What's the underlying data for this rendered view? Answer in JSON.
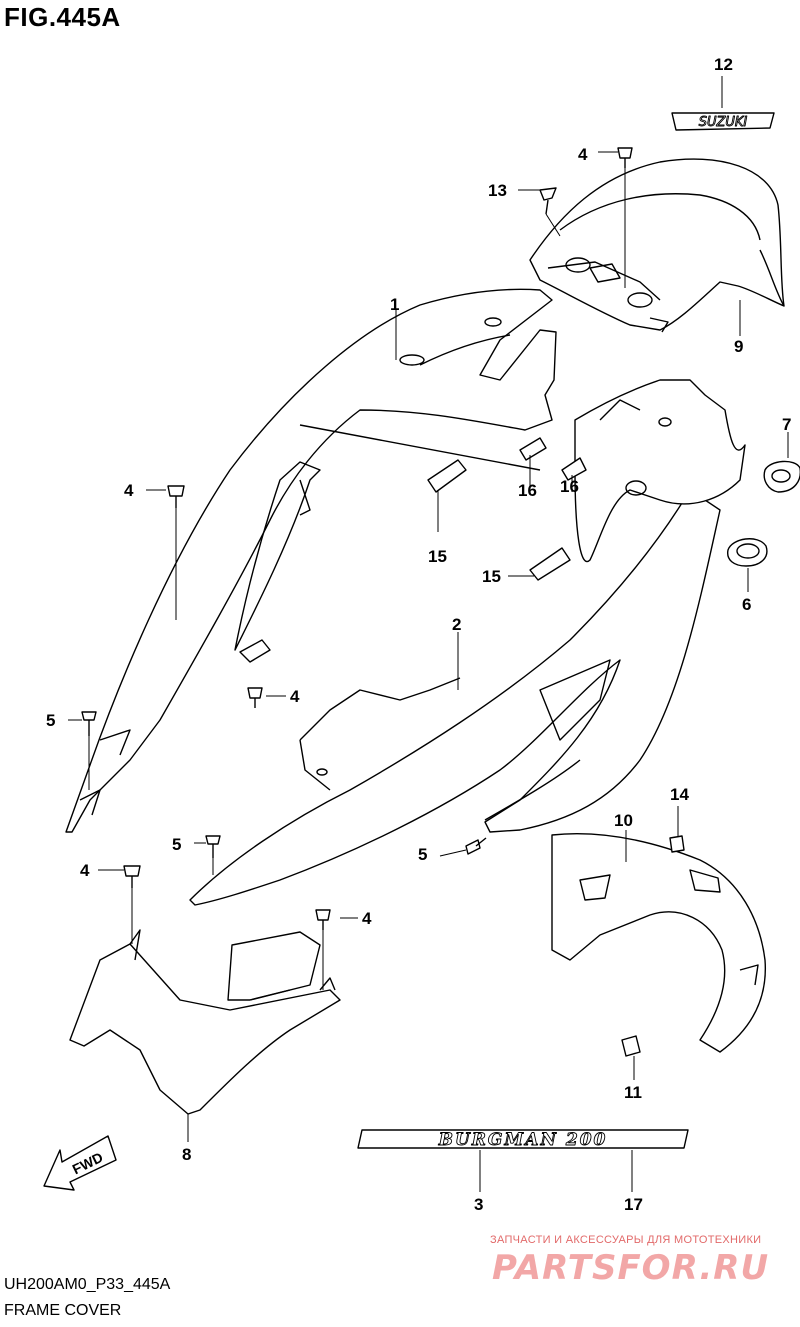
{
  "figure": {
    "title": "FIG.445A",
    "code": "UH200AM0_P33_445A",
    "name": "FRAME COVER"
  },
  "callouts": {
    "c1": "1",
    "c2": "2",
    "c3": "3",
    "c4a": "4",
    "c4b": "4",
    "c4c": "4",
    "c4d": "4",
    "c4e": "4",
    "c5a": "5",
    "c5b": "5",
    "c5c": "5",
    "c6": "6",
    "c7": "7",
    "c8": "8",
    "c9": "9",
    "c10": "10",
    "c11": "11",
    "c12": "12",
    "c13": "13",
    "c14": "14",
    "c15a": "15",
    "c15b": "15",
    "c16a": "16",
    "c16b": "16",
    "c17": "17"
  },
  "emblems": {
    "suzuki": "SUZUKI",
    "burgman": "BURGMAN 200"
  },
  "direction": {
    "fwd": "FWD"
  },
  "watermark": {
    "tagline": "ЗАПЧАСТИ И АКСЕССУАРЫ ДЛЯ МОТОТЕХНИКИ",
    "brand": "PARTSFOR.RU"
  }
}
